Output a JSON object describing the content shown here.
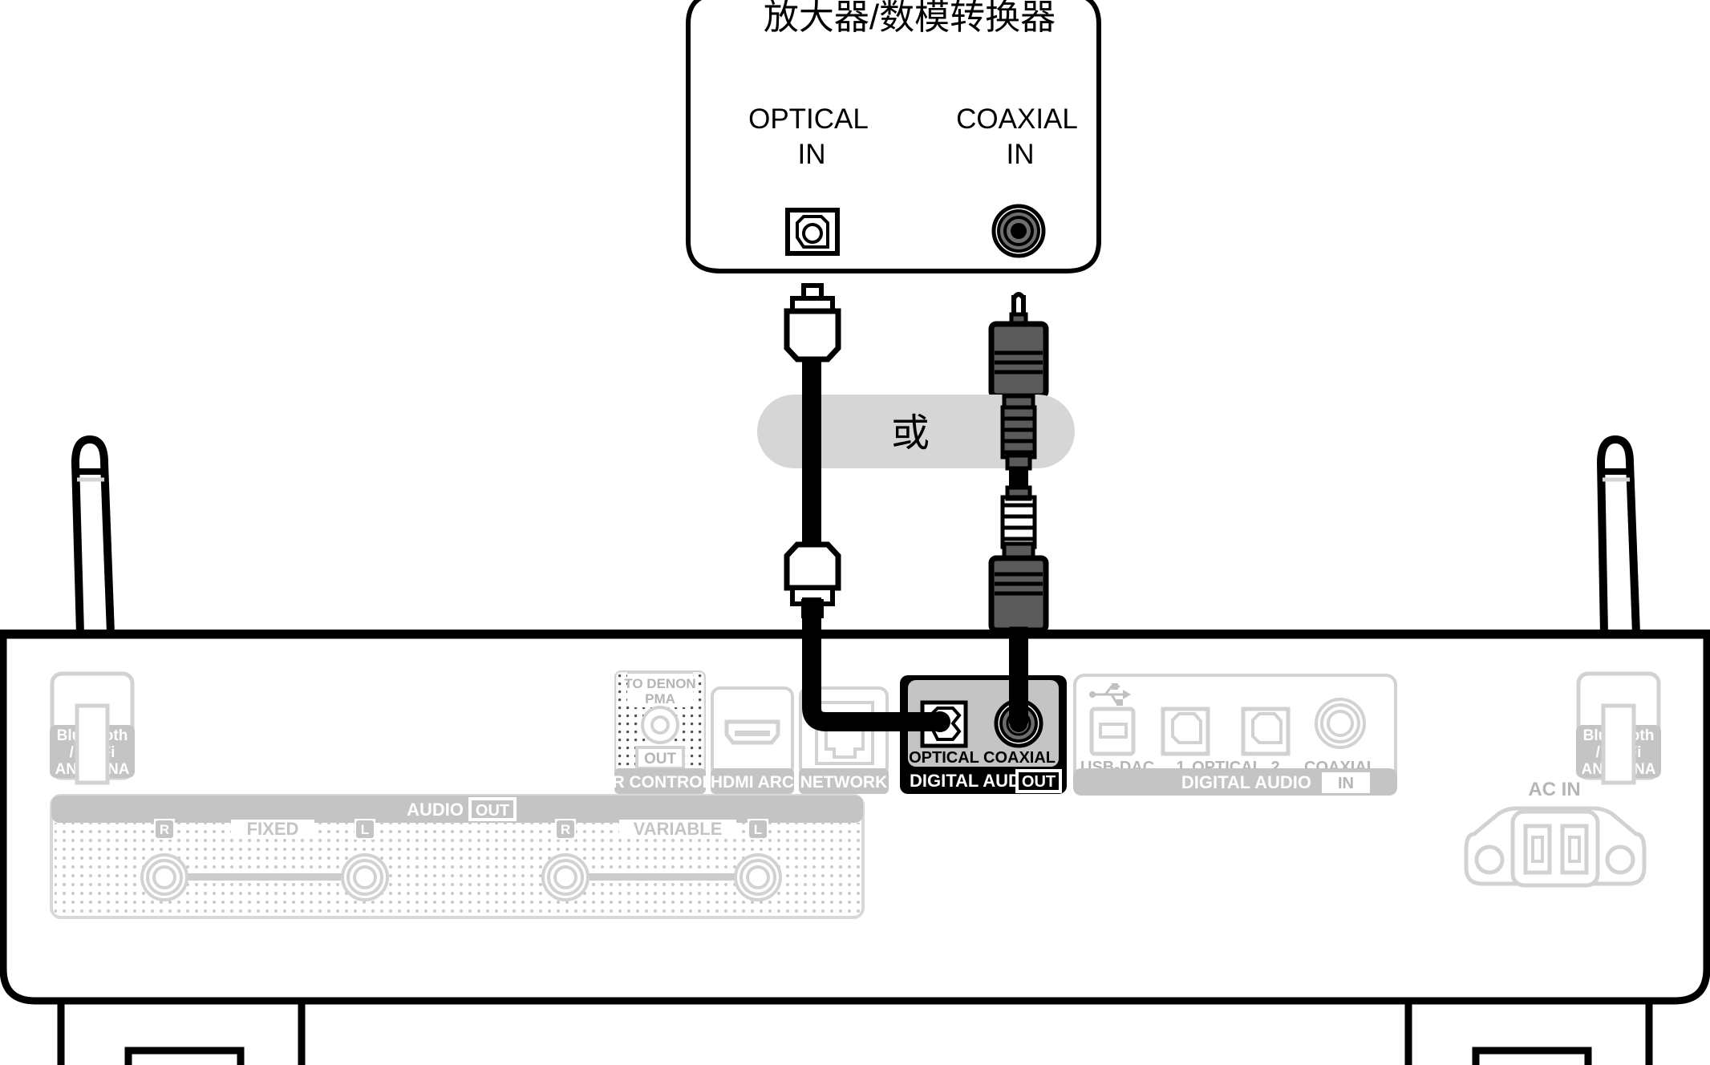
{
  "diagram": {
    "title": "放大器/数模转换器",
    "or_badge": "或",
    "colors": {
      "black": "#000000",
      "panel_gray": "#c4c4c4",
      "light_gray": "#d8d8d8",
      "mid_gray": "#bfbfbf",
      "plug_gray": "#5a5a5a",
      "plug_gray_light": "#6e6e6e",
      "white": "#ffffff",
      "badge_gray": "#d6d6d6"
    }
  },
  "device_box": {
    "name": "amplifier-dac",
    "ports": [
      {
        "id": "optical-in",
        "label_line1": "OPTICAL",
        "label_line2": "IN",
        "type": "optical"
      },
      {
        "id": "coaxial-in",
        "label_line1": "COAXIAL",
        "label_line2": "IN",
        "type": "coaxial"
      }
    ]
  },
  "rear_panel": {
    "antenna_left": {
      "line1": "Bluetooth",
      "line2": "/ Wi-Fi",
      "line3": "ANTENNA"
    },
    "antenna_right": {
      "line1": "Bluetooth",
      "line2": "/ Wi-Fi",
      "line3": "ANTENNA"
    },
    "ir_control": {
      "top_line1": "TO DENON",
      "top_line2": "PMA",
      "out_badge": "OUT",
      "caption": "IR CONTROL"
    },
    "hdmi": {
      "caption": "HDMI ARC"
    },
    "network": {
      "caption": "NETWORK"
    },
    "digital_audio_out": {
      "port1": "OPTICAL",
      "port2": "COAXIAL",
      "caption": "DIGITAL AUDIO",
      "badge": "OUT"
    },
    "digital_audio_in": {
      "usb_label": "USB-DAC",
      "optical_left_num": "1",
      "optical_label": "OPTICAL",
      "optical_right_num": "2",
      "coaxial_label": "COAXIAL",
      "caption": "DIGITAL AUDIO",
      "badge": "IN"
    },
    "audio_out": {
      "caption": "AUDIO",
      "badge": "OUT",
      "groups": [
        {
          "name": "FIXED",
          "label": "FIXED",
          "right_jack": "R",
          "left_jack": "L"
        },
        {
          "name": "VARIABLE",
          "label": "VARIABLE",
          "right_jack": "R",
          "left_jack": "L"
        }
      ]
    },
    "ac_in": {
      "caption": "AC IN"
    }
  }
}
